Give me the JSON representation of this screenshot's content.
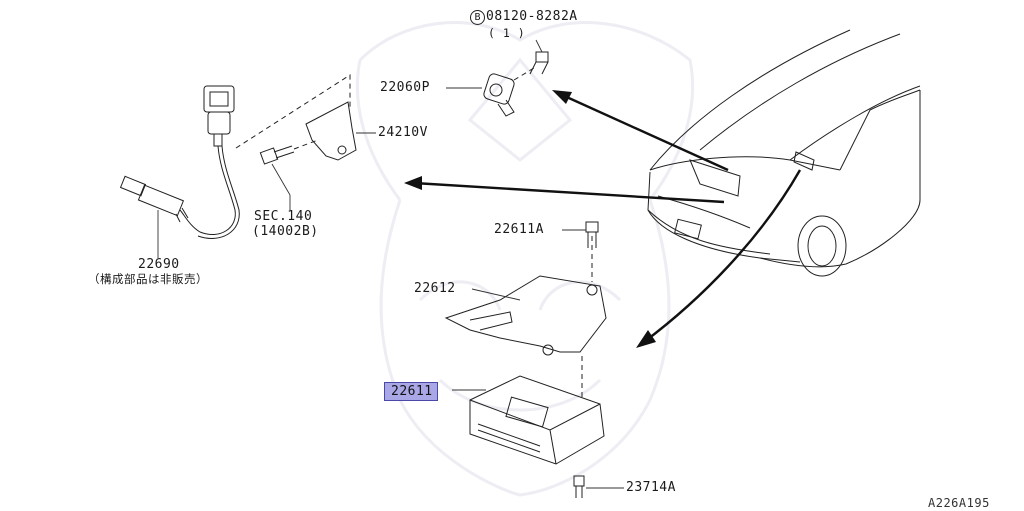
{
  "parts": {
    "bolt_spec": "08120-8282A",
    "bolt_circle": "B",
    "bolt_qty": "( 1 )",
    "sensor_22060P": "22060P",
    "bracket_24210V": "24210V",
    "sec_ref": "SEC.140",
    "sec_sub": "(14002B)",
    "sensor_22690": "22690",
    "note_22690": "（構成部品は非販売）",
    "bolt_22611A": "22611A",
    "cover_22612": "22612",
    "module_22611": "22611",
    "bolt_23714A": "23714A"
  },
  "figure_code": "A226A195",
  "highlight_color": "#a9a7e6"
}
